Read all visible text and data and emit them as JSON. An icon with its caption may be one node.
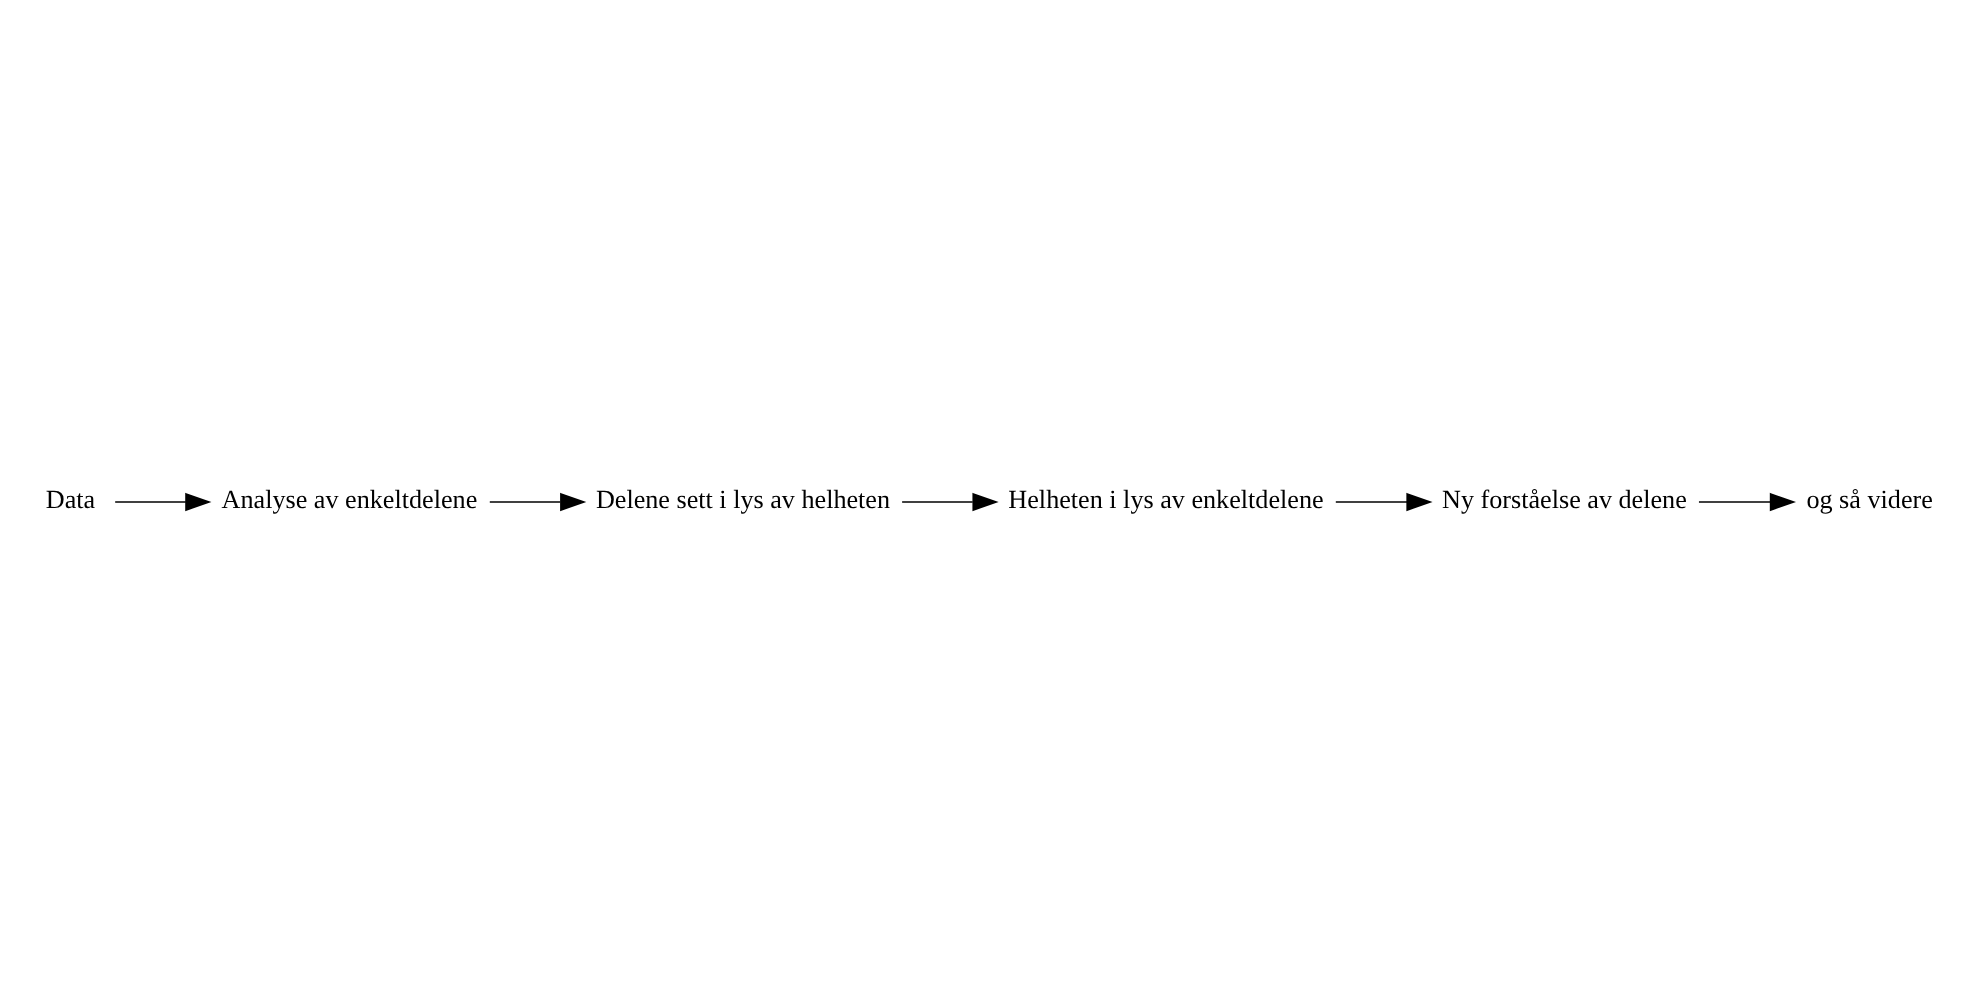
{
  "diagram": {
    "nodes": [
      {
        "text": [
          "Delene sett i lys av helheten"
        ]
      },
      {
        "text": [
          "Helheten i lys av enkeltdelene"
        ]
      },
      {
        "text": [
          "Data"
        ]
      },
      {
        "text": [
          "Analyse av enkeltdelene"
        ]
      },
      {
        "text": [
          "og så videre"
        ]
      },
      {
        "text": [
          "Ny forståelse av delene"
        ]
      }
    ],
    "edges": [
      {
        "from": 2,
        "to": 3,
        "arrow": "to"
      },
      {
        "from": 3,
        "to": 0,
        "arrow": "to"
      },
      {
        "from": 0,
        "to": 1,
        "arrow": "to"
      },
      {
        "from": 1,
        "to": 5,
        "arrow": "to"
      },
      {
        "from": 5,
        "to": 4,
        "arrow": "to"
      }
    ]
  }
}
